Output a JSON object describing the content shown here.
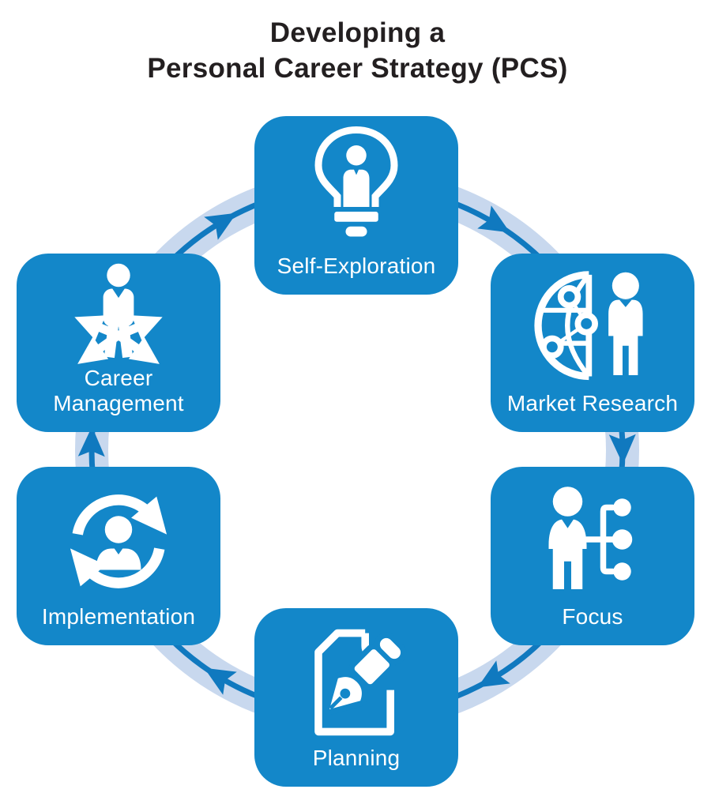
{
  "title": {
    "line1": "Developing a",
    "line2": "Personal Career Strategy (PCS)"
  },
  "diagram": {
    "type": "cycle",
    "direction": "clockwise",
    "nodes": [
      {
        "label": "Self-Exploration",
        "icon": "lightbulb-person",
        "position": "top"
      },
      {
        "label": "Market Research",
        "icon": "globe-network-person",
        "position": "upper-right"
      },
      {
        "label": "Focus",
        "icon": "person-options-tree",
        "position": "lower-right"
      },
      {
        "label": "Planning",
        "icon": "document-fountain-pen",
        "position": "bottom"
      },
      {
        "label": "Implementation",
        "icon": "person-sync-arrows",
        "position": "lower-left"
      },
      {
        "label": "Career Management",
        "icon": "person-direction-arrows",
        "position": "upper-left"
      }
    ],
    "flow": [
      "Self-Exploration",
      "Market Research",
      "Focus",
      "Planning",
      "Implementation",
      "Career Management"
    ]
  },
  "colors": {
    "box_blue": "#1387c9",
    "ring_light_blue": "#c8d8ee",
    "flow_arrow_blue": "#1079bf",
    "title_text": "#231f20",
    "label_text": "#ffffff",
    "background": "#ffffff"
  }
}
